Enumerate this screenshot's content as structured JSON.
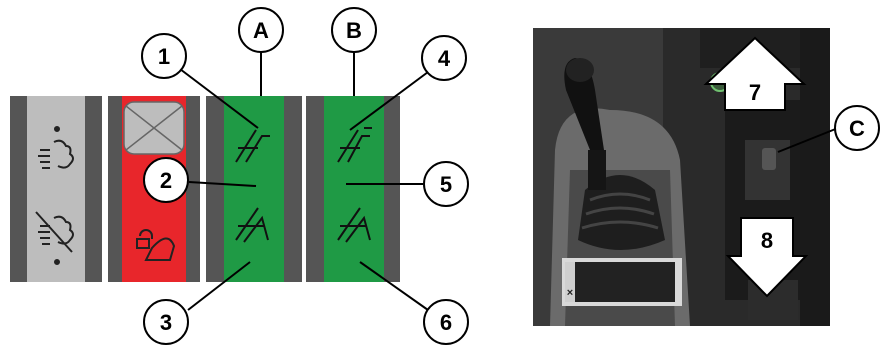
{
  "figure": {
    "callouts": {
      "a": "A",
      "b": "B",
      "c": "C",
      "n1": "1",
      "n2": "2",
      "n3": "3",
      "n4": "4",
      "n5": "5",
      "n6": "6",
      "n7": "7",
      "n8": "8"
    },
    "console_panel": {
      "key_symbol": "×"
    }
  },
  "colors": {
    "grey_switch": "#bdbdbd",
    "red_switch": "#e8262b",
    "green_switch": "#1f9a45",
    "frame_dark": "#5a5a5a",
    "photo_dark": "#2a2a2a"
  }
}
